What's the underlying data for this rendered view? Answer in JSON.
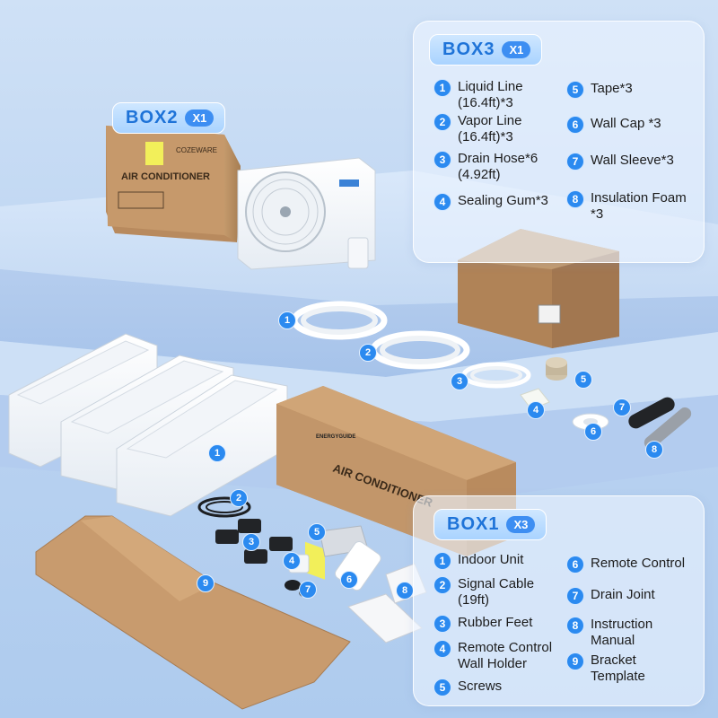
{
  "box2": {
    "title": "BOX2",
    "multiplier": "X1"
  },
  "box3": {
    "title": "BOX3",
    "multiplier": "X1",
    "items": [
      {
        "num": "1",
        "label": "Liquid Line (16.4ft)*3"
      },
      {
        "num": "2",
        "label": "Vapor Line (16.4ft)*3"
      },
      {
        "num": "3",
        "label": "Drain Hose*6 (4.92ft)"
      },
      {
        "num": "4",
        "label": "Sealing Gum*3"
      },
      {
        "num": "5",
        "label": "Tape*3"
      },
      {
        "num": "6",
        "label": "Wall Cap *3"
      },
      {
        "num": "7",
        "label": "Wall Sleeve*3"
      },
      {
        "num": "8",
        "label": "Insulation Foam *3"
      }
    ]
  },
  "box1": {
    "title": "BOX1",
    "multiplier": "X3",
    "items": [
      {
        "num": "1",
        "label": "Indoor Unit"
      },
      {
        "num": "2",
        "label": "Signal Cable (19ft)"
      },
      {
        "num": "3",
        "label": "Rubber Feet"
      },
      {
        "num": "4",
        "label": "Remote Control Wall Holder"
      },
      {
        "num": "5",
        "label": "Screws"
      },
      {
        "num": "6",
        "label": "Remote Control"
      },
      {
        "num": "7",
        "label": "Drain Joint"
      },
      {
        "num": "8",
        "label": "Instruction Manual"
      },
      {
        "num": "9",
        "label": "Bracket Template"
      }
    ]
  },
  "boxes_print": {
    "brand": "COZEWARE",
    "product": "AIR CONDITIONER",
    "energy": "ENERGYGUIDE"
  },
  "scene_numbers": {
    "box3_parts": [
      "1",
      "2",
      "3",
      "4",
      "5",
      "6",
      "7",
      "8"
    ],
    "box1_parts": [
      "1",
      "2",
      "3",
      "4",
      "5",
      "6",
      "7",
      "8",
      "9"
    ]
  }
}
